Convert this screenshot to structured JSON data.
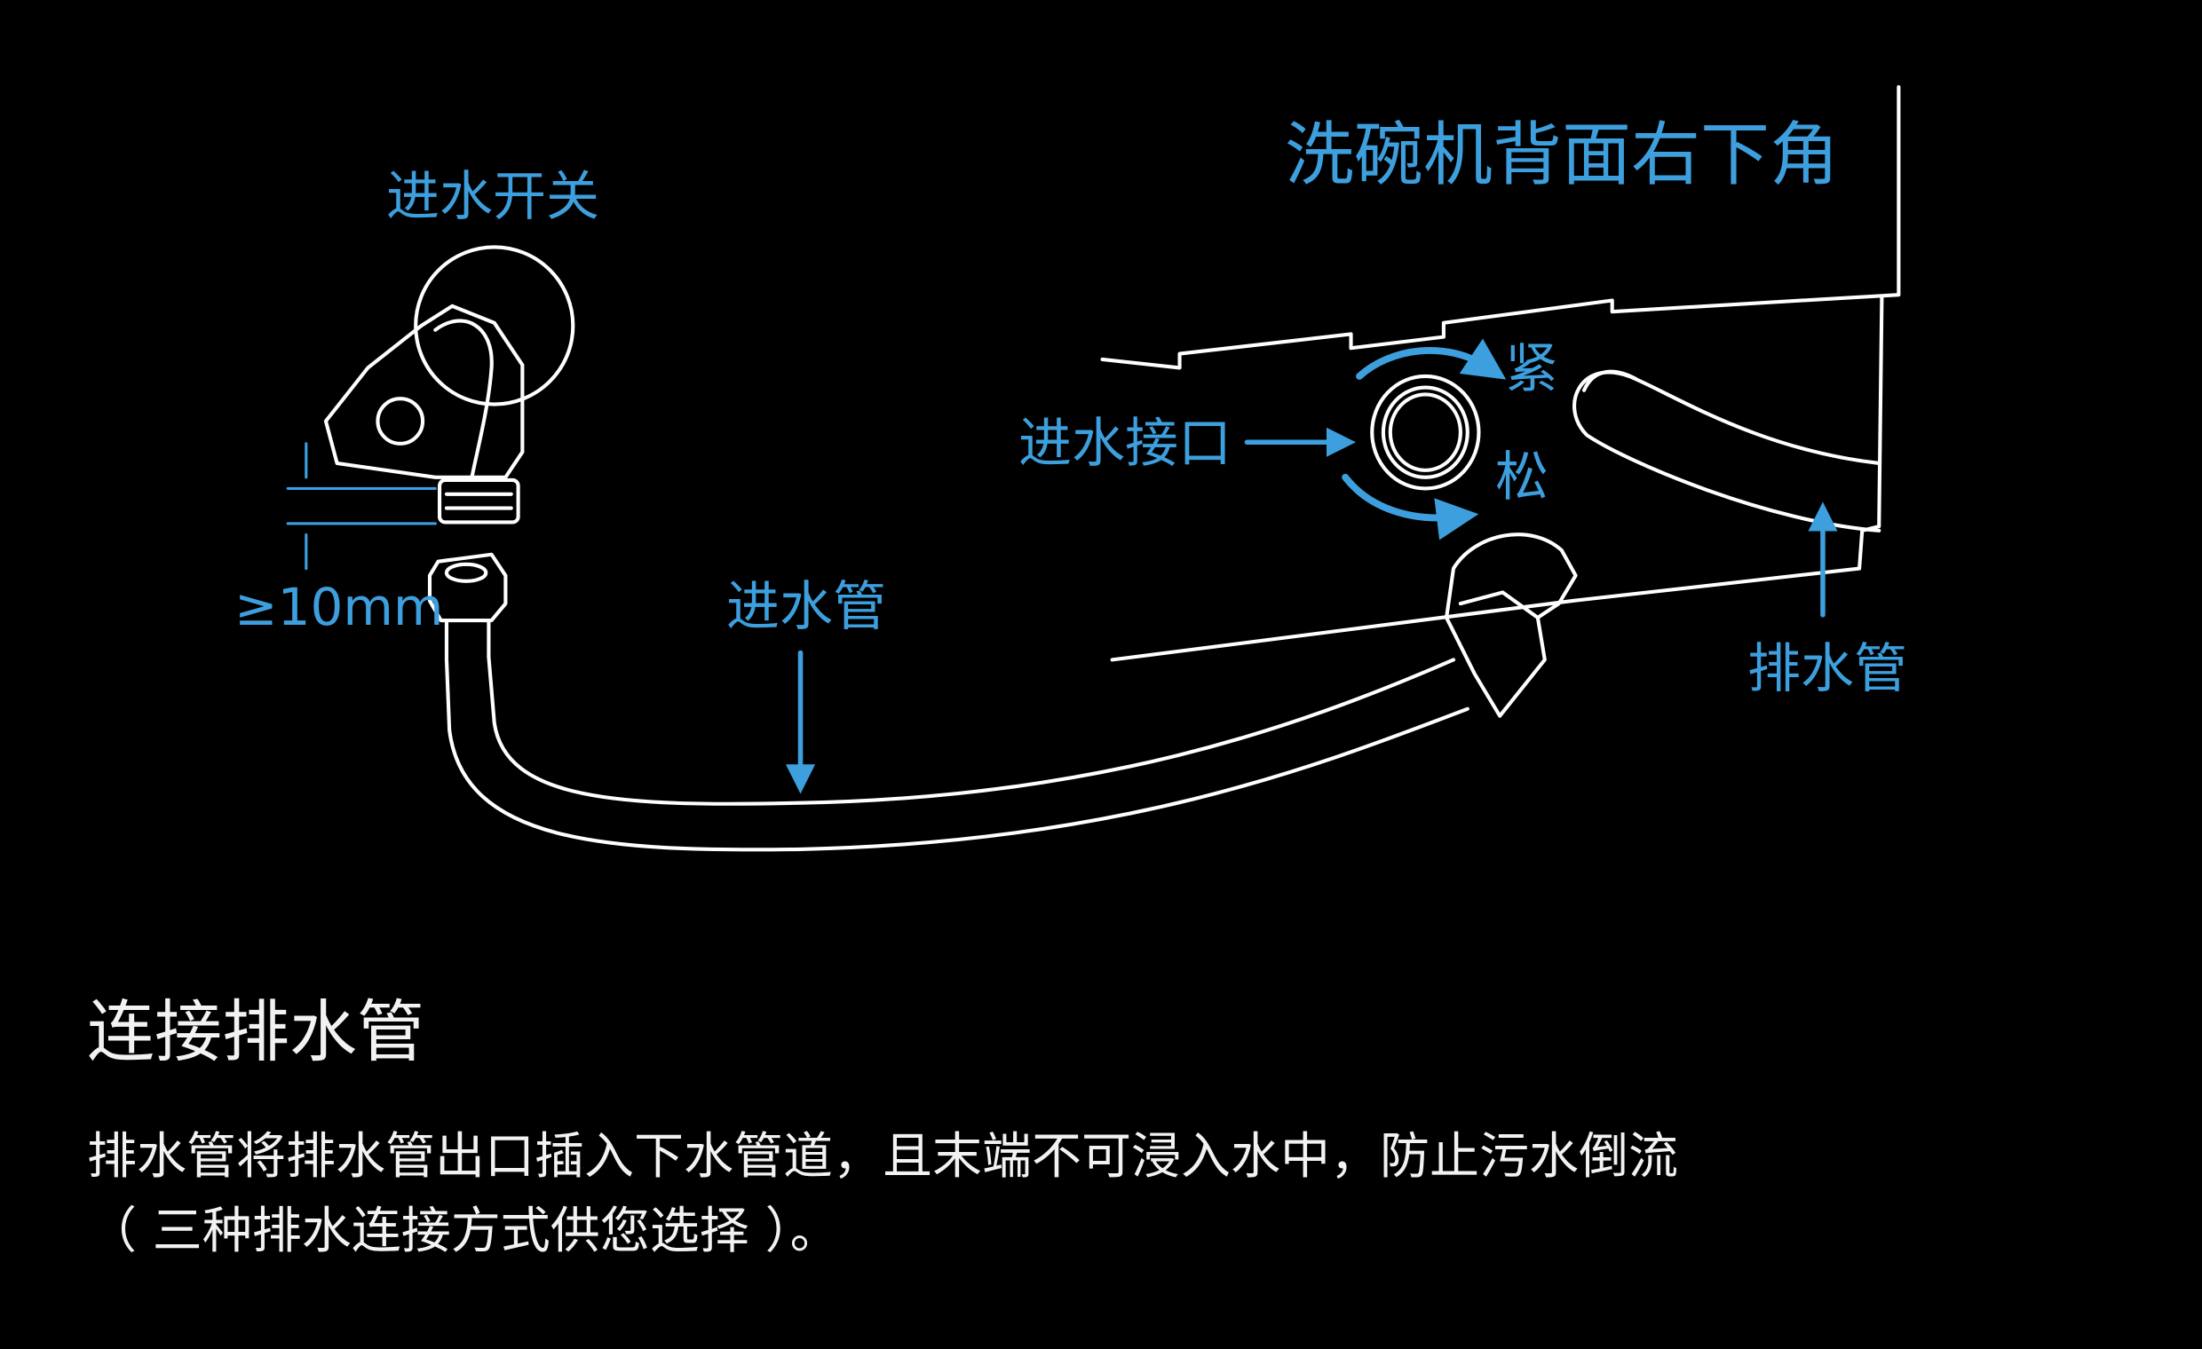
{
  "labels": {
    "machine_corner": "洗碗机背面右下角",
    "inlet_valve": "进水开关",
    "clearance": "≥10mm",
    "inlet_hose": "进水管",
    "inlet_port": "进水接口",
    "tighten": "紧",
    "loosen": "松",
    "drain_hose": "排水管"
  },
  "section": {
    "title": "连接排水管",
    "body_line1": "排水管将排水管出口插入下水管道，且末端不可浸入水中，防止污水倒流",
    "body_line2": "（ 三种排水连接方式供您选择 ）。"
  },
  "colors": {
    "accent": "#3d9fdd",
    "line": "#ffffff",
    "background": "#000000"
  }
}
